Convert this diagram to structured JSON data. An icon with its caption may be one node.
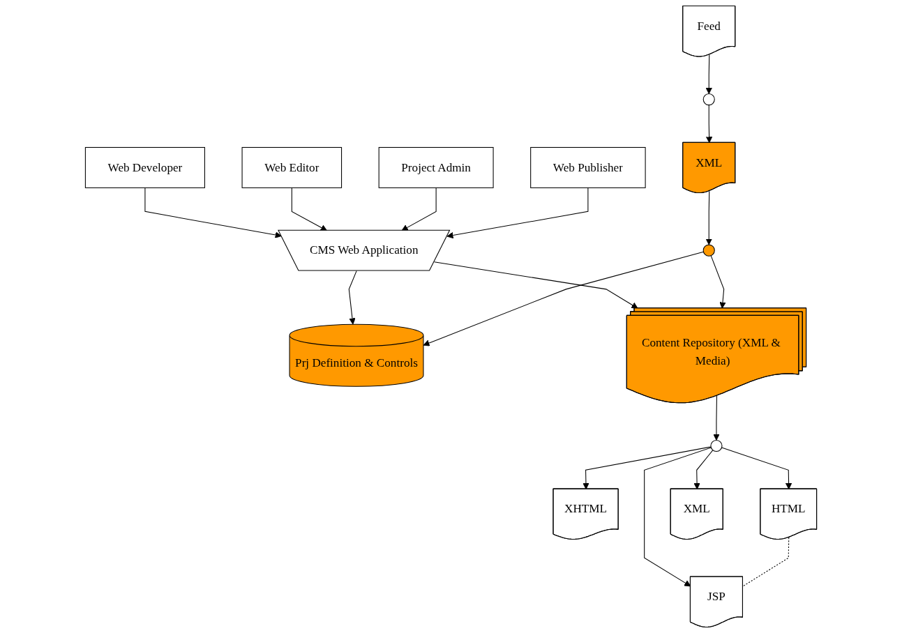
{
  "diagram": {
    "nodes": [
      {
        "text": [
          "Web Developer"
        ]
      },
      {
        "text": [
          "Web Editor"
        ]
      },
      {
        "text": [
          "Project Admin"
        ]
      },
      {
        "text": [
          "Web Publisher"
        ]
      },
      {
        "text": [
          "CMS Web Application"
        ]
      },
      {
        "text": [
          "Prj Definition & Controls"
        ]
      },
      {
        "text": [
          "Content Repository (XML & Media)"
        ]
      },
      {
        "text": [],
        "shape": "circle"
      },
      {
        "text": [
          "XHTML"
        ]
      },
      {
        "text": [
          "HTML"
        ]
      },
      {
        "text": [
          "JSP"
        ]
      },
      {
        "text": [
          "XML"
        ]
      },
      {
        "text": [
          "XML"
        ]
      },
      {
        "text": [],
        "shape": "circle"
      },
      {
        "text": [],
        "shape": "circle"
      },
      {
        "text": [
          "Feed"
        ]
      }
    ],
    "edges": [
      {
        "from": 0,
        "to": 4,
        "arrow": "to"
      },
      {
        "from": 1,
        "to": 4,
        "arrow": "to"
      },
      {
        "from": 2,
        "to": 4,
        "arrow": "to"
      },
      {
        "from": 3,
        "to": 4,
        "arrow": "to"
      },
      {
        "from": 4,
        "to": 5,
        "arrow": "to"
      },
      {
        "from": 4,
        "to": 6,
        "arrow": "to"
      },
      {
        "from": 6,
        "to": 7,
        "arrow": "to"
      },
      {
        "from": 7,
        "to": 8,
        "arrow": "to"
      },
      {
        "from": 7,
        "to": 9,
        "arrow": "to"
      },
      {
        "from": 7,
        "to": 10,
        "arrow": "to"
      },
      {
        "from": 7,
        "to": 11,
        "arrow": "to"
      },
      {
        "from": 9,
        "to": 10,
        "arrow": "none",
        "style": "dashed"
      },
      {
        "from": 13,
        "to": 5,
        "arrow": "to"
      },
      {
        "from": 13,
        "to": 6,
        "arrow": "to"
      },
      {
        "from": 12,
        "to": 13,
        "arrow": "to"
      },
      {
        "from": 14,
        "to": 12,
        "arrow": "to"
      },
      {
        "from": 15,
        "to": 14,
        "arrow": "to"
      }
    ]
  }
}
